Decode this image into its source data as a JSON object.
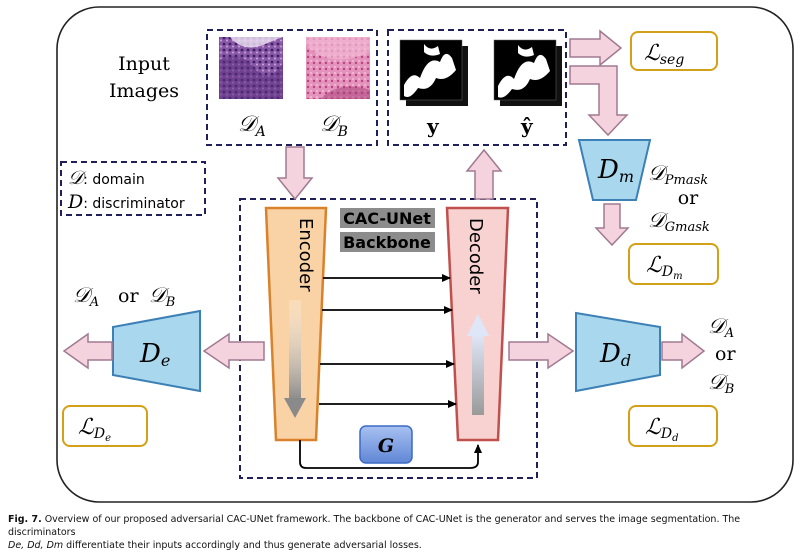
{
  "figure": {
    "input_label_line1": "Input",
    "input_label_line2": "Images",
    "input_domain_a": "𝒟",
    "input_domain_a_sub": "A",
    "input_domain_b": "𝒟",
    "input_domain_b_sub": "B",
    "label_y": "y",
    "label_yhat": "ŷ",
    "legend_line1_symbol": "𝒟",
    "legend_line1_text": ": domain",
    "legend_line2_symbol": "D",
    "legend_line2_text": ": discriminator",
    "backbone_line1": "CAC-UNet",
    "backbone_line2": "Backbone",
    "encoder": "Encoder",
    "decoder": "Decoder",
    "generator": "G",
    "dm_main": "D",
    "dm_sub": "m",
    "de_main": "D",
    "de_sub": "e",
    "dd_main": "D",
    "dd_sub": "d",
    "pmask_symbol": "𝒟",
    "pmask_sub": "Pmask",
    "or": "or",
    "gmask_symbol": "𝒟",
    "gmask_sub": "Gmask",
    "de_out_a": "𝒟",
    "de_out_a_sub": "A",
    "de_out_or": "or",
    "de_out_b": "𝒟",
    "de_out_b_sub": "B",
    "dd_out_a": "𝒟",
    "dd_out_a_sub": "A",
    "dd_out_or": "or",
    "dd_out_b": "𝒟",
    "dd_out_b_sub": "B",
    "loss_seg": "ℒ",
    "loss_seg_sub": "seg",
    "loss_dm": "ℒ",
    "loss_dm_sub": "D",
    "loss_dm_subsub": "m",
    "loss_de": "ℒ",
    "loss_de_sub": "D",
    "loss_de_subsub": "e",
    "loss_dd": "ℒ",
    "loss_dd_sub": "D",
    "loss_dd_subsub": "d"
  },
  "caption": {
    "label": "Fig. 7.",
    "text": " Overview of our proposed adversarial CAC-UNet framework. The backbone of CAC-UNet is the generator and serves the image segmentation. The discriminators",
    "line2_italic": "De, Dd, Dm",
    "line2_text": " differentiate their inputs accordingly and thus generate adversarial losses."
  },
  "colors": {
    "encoder_fill": "#f9d3a6",
    "encoder_stroke": "#d9822b",
    "decoder_fill": "#f7d2d0",
    "decoder_stroke": "#c0504d",
    "disc_fill": "#a9d8ee",
    "disc_stroke": "#3c80b6",
    "loss_stroke": "#d4a017",
    "arrow_fill": "#efc6da",
    "arrow_stroke": "#a07a90",
    "dash_stroke": "#1f1f5a",
    "backbone_bg": "#8c8c8c",
    "g_fill": "#7ea3e6"
  }
}
